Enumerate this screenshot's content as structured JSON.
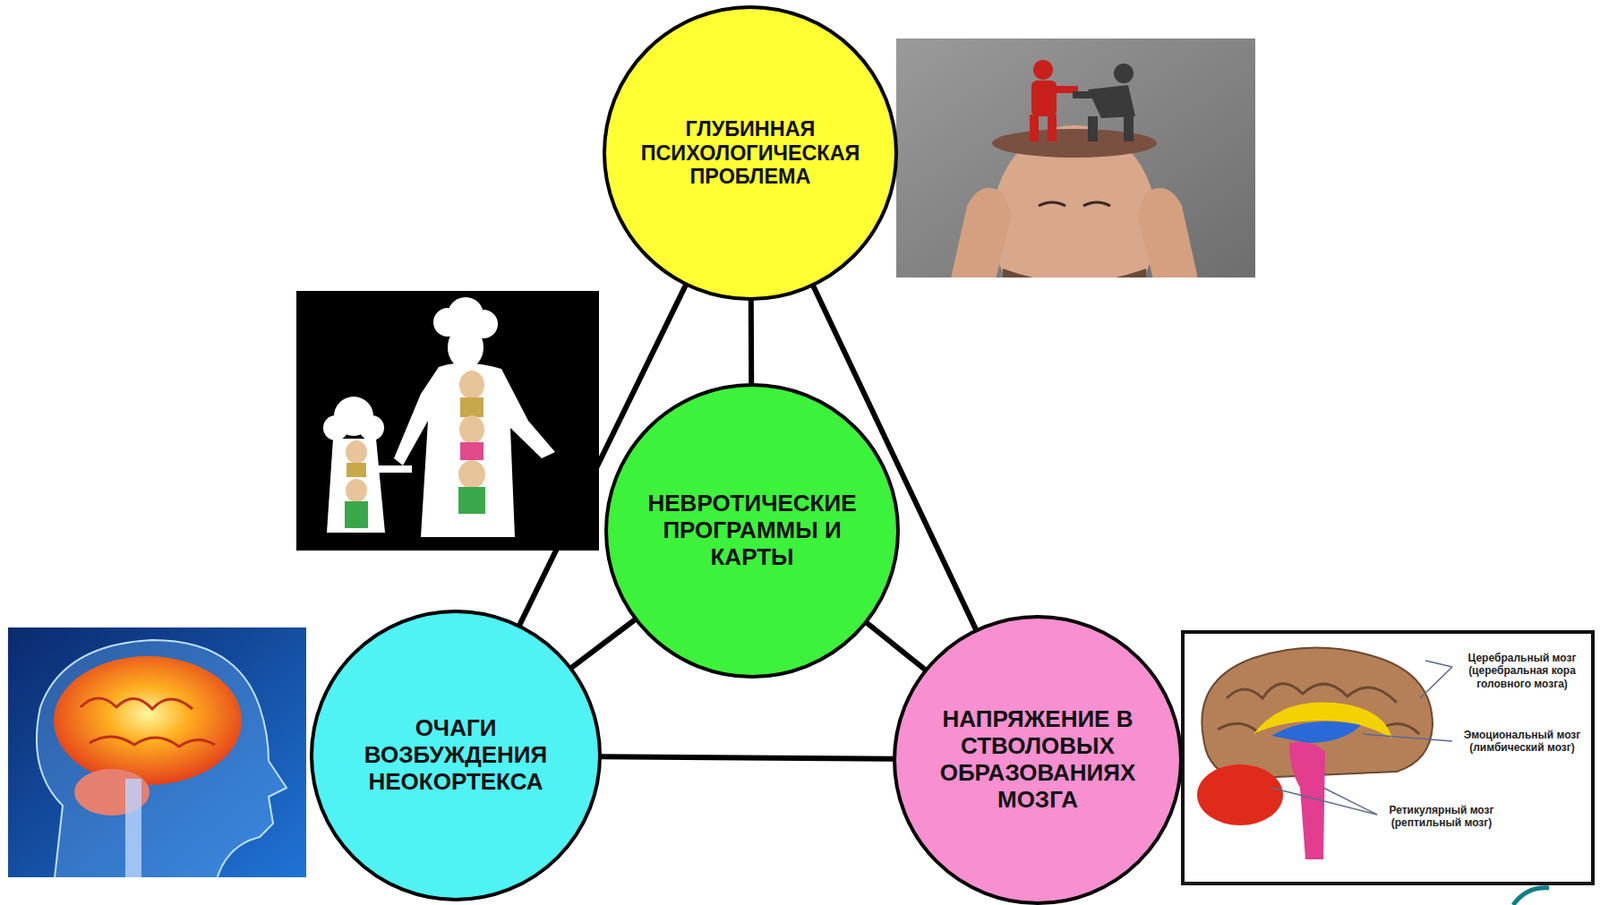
{
  "diagram": {
    "nodes": [
      {
        "text": [
          "ГЛУБИННАЯ ПСИХОЛОГИЧЕСКАЯ ПРОБЛЕМА"
        ]
      },
      {
        "text": [
          "НЕВРОТИЧЕСКИЕ ПРОГРАММЫ И КАРТЫ"
        ]
      },
      {
        "text": [
          "ОЧАГИ ВОЗБУЖДЕНИЯ НЕОКОРТЕКСА"
        ]
      },
      {
        "text": [
          "НАПРЯЖЕНИЕ В СТВОЛОВЫХ ОБРАЗОВАНИЯХ МОЗГА"
        ]
      }
    ],
    "edges": [
      {
        "from": 0,
        "to": 1,
        "arrow": "none"
      },
      {
        "from": 0,
        "to": 2,
        "arrow": "none"
      },
      {
        "from": 0,
        "to": 3,
        "arrow": "none"
      },
      {
        "from": 1,
        "to": 2,
        "arrow": "none"
      },
      {
        "from": 1,
        "to": 3,
        "arrow": "none"
      },
      {
        "from": 2,
        "to": 3,
        "arrow": "none"
      }
    ],
    "labels": [
      "Церебральный мозг (церебральная кора головного мозга)",
      "Эмоциональный мозг (лимбический мозг)",
      "Ретикулярный мозг (рептильный мозг)"
    ]
  }
}
